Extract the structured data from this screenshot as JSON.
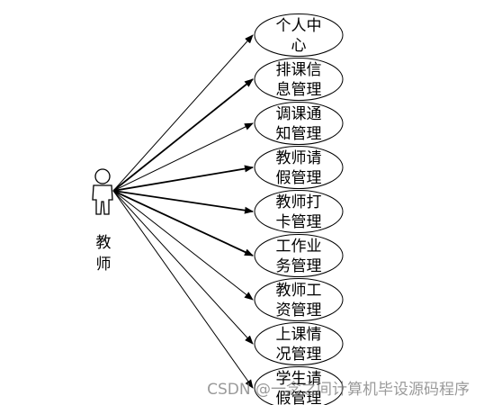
{
  "actor": {
    "label_line1": "教",
    "label_line2": "师"
  },
  "use_cases": [
    {
      "line1": "个人中",
      "line2": "心"
    },
    {
      "line1": "排课信",
      "line2": "息管理"
    },
    {
      "line1": "调课通",
      "line2": "知管理"
    },
    {
      "line1": "教师请",
      "line2": "假管理"
    },
    {
      "line1": "教师打",
      "line2": "卡管理"
    },
    {
      "line1": "工作业",
      "line2": "务管理"
    },
    {
      "line1": "教师工",
      "line2": "资管理"
    },
    {
      "line1": "上课情",
      "line2": "况管理"
    },
    {
      "line1": "学生请",
      "line2": "假管理"
    }
  ],
  "watermark": "CSDN @一念之间计算机毕设源码程序"
}
